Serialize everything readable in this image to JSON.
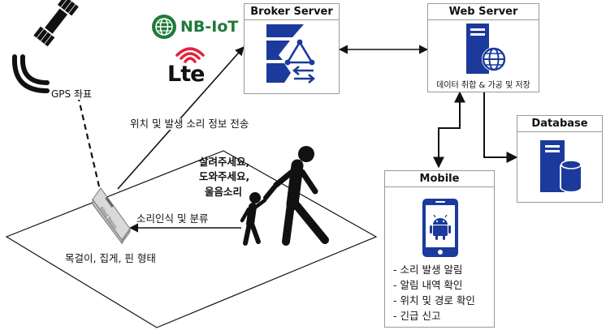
{
  "broker": {
    "title": "Broker Server"
  },
  "web": {
    "title": "Web Server",
    "caption": "데이터 취합 & 가공 및 저장"
  },
  "database": {
    "title": "Database"
  },
  "mobile": {
    "title": "Mobile",
    "features": [
      "- 소리 발생 알림",
      "- 알림 내역 확인",
      "- 위치 및 경로 확인",
      "- 긴급 신고"
    ]
  },
  "labels": {
    "gps": "GPS 좌표",
    "transmit": "위치 및 발생 소리 정보 전송",
    "recognize": "소리인식 및 분류",
    "device_form": "목걸이, 집게, 핀 형태",
    "shout1": "살려주세요,",
    "shout2": "도와주세요,",
    "shout3": "울음소리"
  },
  "logos": {
    "nbiot": "NB-IoT",
    "lte": "Lte"
  },
  "device": {
    "brand": "Allied Telesis"
  },
  "colors": {
    "icon_blue": "#1b3a9c",
    "nbiot_green": "#1f7a3a",
    "lte_red": "#e0243c"
  }
}
